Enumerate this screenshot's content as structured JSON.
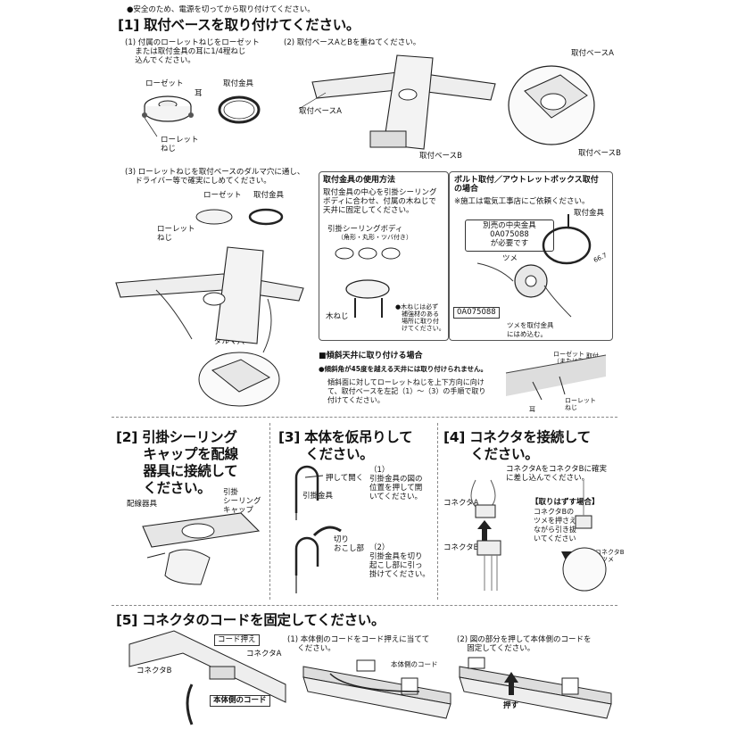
{
  "top_note": "●安全のため、電源を切ってから取り付けてください。",
  "section1": {
    "title": "[1] 取付ベースを取り付けてください。",
    "step1": "(1) 付属のローレットねじをローゼット\n　 または取付金具の耳に1/4程ねじ\n　 込んでください。",
    "step1_labels": {
      "rosette": "ローゼット",
      "ear": "耳",
      "bracket": "取付金具",
      "screw": "ローレット\nねじ"
    },
    "step2": "(2) 取付ベースAとBを重ねてください。",
    "step2_labels": {
      "base_a_left": "取付ベースA",
      "base_b": "取付ベースB",
      "base_a_right": "取付ベースA",
      "base_b_right": "取付ベースB"
    },
    "step3": "(3) ローレットねじを取付ベースのダルマ穴に通し、\n　 ドライバー等で確実にしめてください。",
    "step3_labels": {
      "rosette": "ローゼット",
      "bracket": "取付金具",
      "screw": "ローレット\nねじ",
      "daruma": "ダルマ穴"
    }
  },
  "usage_panel": {
    "title": "取付金具の使用方法",
    "text": "取付金具の中心を引掛シーリング\nボディに合わせ、付属の木ねじで\n天井に固定してください。",
    "body_label": "引掛シーリングボディ",
    "body_sub": "（角形・丸形・ツバ付き）",
    "wood_screw": "木ねじ",
    "note": "●木ねじは必ず\n　補強材のある\n　場所に取り付\n　けてください。"
  },
  "bolt_panel": {
    "title": "ボルト取付／アウトレットボックス取付\nの場合",
    "note": "※施工は電気工事店にご依頼ください。",
    "callout": "別売の中央金具\n0A075088\nが必要です",
    "bracket": "取付金具",
    "tab": "ツメ",
    "part_no": "0A075088",
    "tab_note": "ツメを取付金具\nにはめ込む。",
    "dim": "66.7"
  },
  "slope": {
    "title": "■傾斜天井に取り付ける場合",
    "warn": "●傾斜角が45度を越える天井には取り付けられません。",
    "text": "傾斜面に対してローレットねじを上下方向に向け\nて、取付ベースを左記（1）〜（3）の手順で取り\n付けてください。",
    "rosette": "ローゼット\n（または取付金具）",
    "base": "取付\nベース",
    "ear": "耳",
    "screw": "ローレット\nねじ"
  },
  "section2": {
    "title": "[2] 引掛シーリング\n　　キャップを配線\n　　器具に接続して\n　　ください。",
    "wiring": "配線器具",
    "cap": "引掛\nシーリング\nキャップ"
  },
  "section3": {
    "title": "[3] 本体を仮吊りして\n　　ください。",
    "push": "押して開く",
    "hook": "引掛金具",
    "step1": "（1）\n引掛金具の図の\n位置を押して開\nいてください。",
    "cut": "切り\nおこし部",
    "step2": "（2）\n引掛金具を切り\n起こし部に引っ\n掛けてください。"
  },
  "section4": {
    "title": "[4] コネクタを接続して\n　　ください。",
    "text": "コネクタAをコネクタBに確実\nに差し込んでください。",
    "conn_a": "コネクタA",
    "conn_b": "コネクタB",
    "remove_title": "【取りはずす場合】",
    "remove_text": "コネクタBの\nツメを押さえ\nながら引き抜\nいてください",
    "tab": "コネクタB\nのツメ"
  },
  "section5": {
    "title": "[5] コネクタのコードを固定してください。",
    "clamp": "コード押え",
    "conn_a": "コネクタA",
    "conn_b": "コネクタB",
    "body_cord": "本体側のコード",
    "step1": "(1) 本体側のコードをコード押えに当てて\n　 ください。",
    "body_cord2": "本体側のコード",
    "step2": "(2) 図の部分を押して本体側のコードを\n　 固定してください。",
    "push": "押す"
  }
}
